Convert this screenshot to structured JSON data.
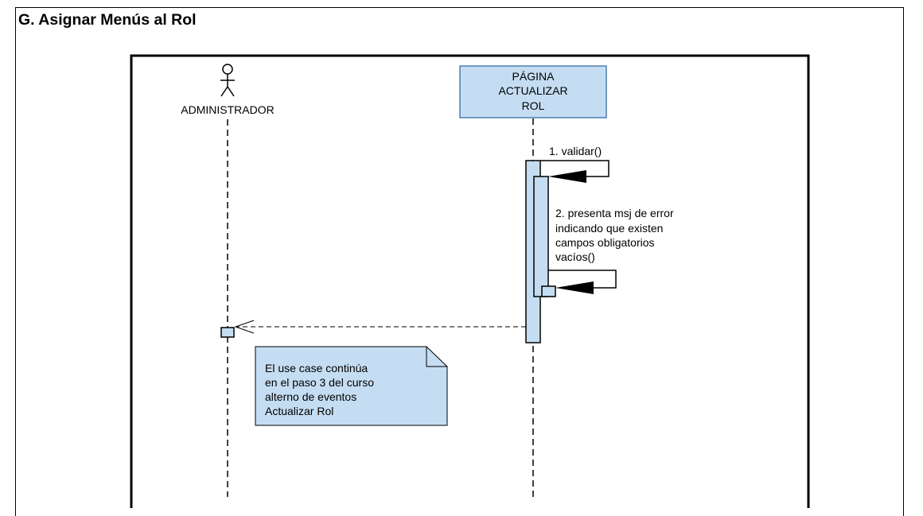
{
  "title": "G. Asignar Menús al Rol",
  "lifelines": {
    "actor": {
      "label": "ADMINISTRADOR"
    },
    "page": {
      "lines": [
        "PÁGINA",
        "ACTUALIZAR",
        "ROL"
      ]
    }
  },
  "messages": [
    {
      "lines": [
        "1. validar()"
      ]
    },
    {
      "lines": [
        "2. presenta msj de error",
        "indicando que existen",
        "campos obligatorios",
        "vacíos()"
      ]
    }
  ],
  "note": {
    "lines": [
      "El use case continúa",
      "en el paso 3 del curso",
      "alterno de eventos",
      "Actualizar Rol"
    ]
  },
  "colors": {
    "box_fill": "#c5ddf2",
    "box_stroke": "#4c7fae",
    "line": "#000000"
  }
}
